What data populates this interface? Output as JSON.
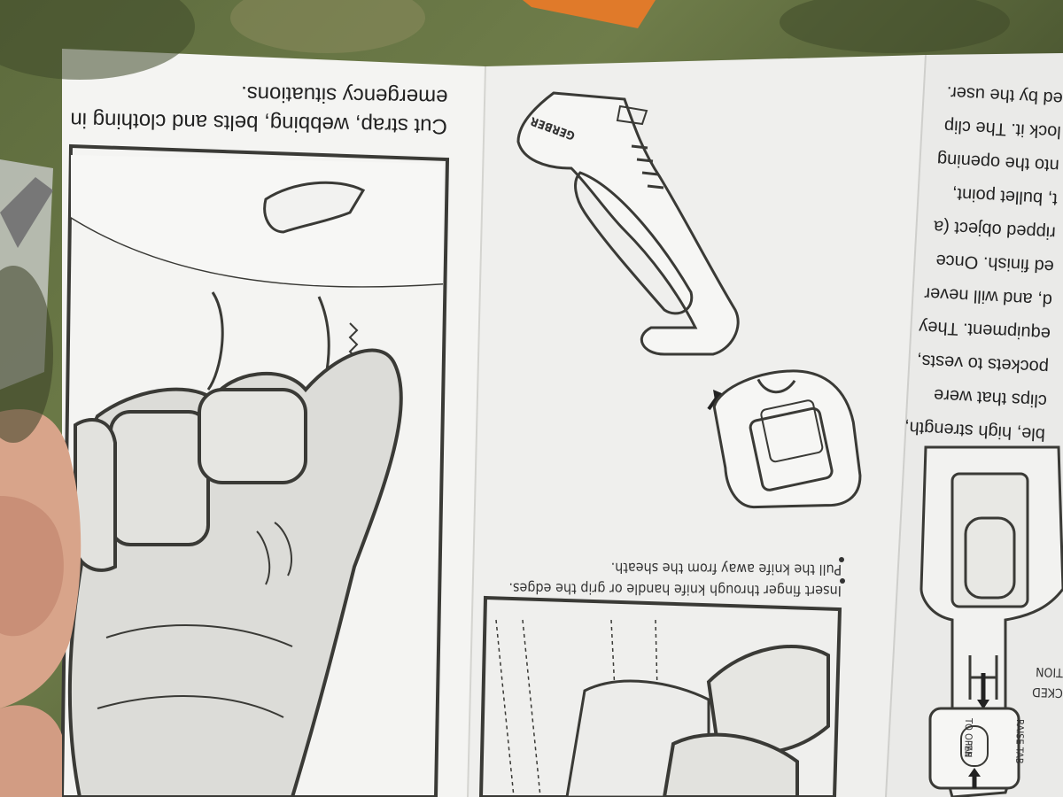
{
  "pamphlet": {
    "left_caption_lines": [
      "Cut strap, webbing, belts and clothing in",
      "emergency situations."
    ],
    "middle_instructions": [
      "Insert finger through knife handle or grip the edges.",
      "Pull the knife away from the sheath."
    ],
    "brand_mark": "GERBER",
    "right_text_lines": [
      "ed by the user.",
      "lock it. The clip",
      "nto the opening",
      "t, bullet point,",
      "ripped object (a",
      "ed finish. Once",
      "d, and will never",
      "equipment. They",
      "pockets to vests,",
      "clips that were",
      "ble, high strength,"
    ],
    "tab_label_lines": [
      "RAISE TAB",
      "TO OPEN"
    ],
    "tab_small": "TAB",
    "locked_label_fragment": "CKED",
    "position_label_fragment": "TION"
  },
  "colors": {
    "paper": "#f1f1ef",
    "ink": "#3a3a36",
    "shadow": "#d9d9d6",
    "skin": "#d8a48a"
  }
}
